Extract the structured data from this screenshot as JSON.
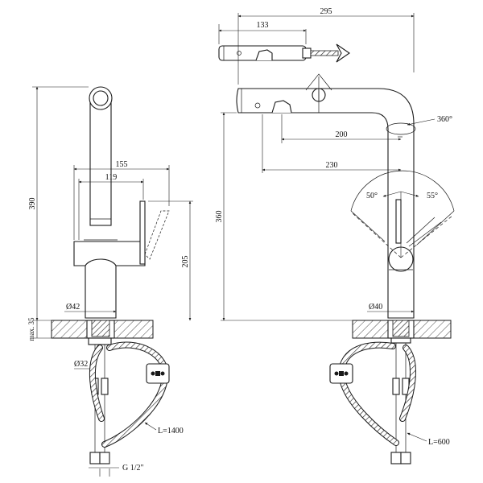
{
  "dimensions": {
    "top_width": "295",
    "sprayer_length": "133",
    "reach_200": "200",
    "reach_230": "230",
    "rotation": "360°",
    "angle_left": "50°",
    "angle_right": "55°",
    "height_360": "360",
    "body_diameter_front": "Ø40",
    "hose_length_front": "L=600",
    "total_height": "390",
    "side_155": "155",
    "side_119": "119",
    "side_205": "205",
    "body_diameter_side": "Ø42",
    "max_thickness": "max. 35",
    "thread_diameter": "Ø32",
    "hose_length_side": "L=1400",
    "connection_thread": "G 1/2\""
  }
}
